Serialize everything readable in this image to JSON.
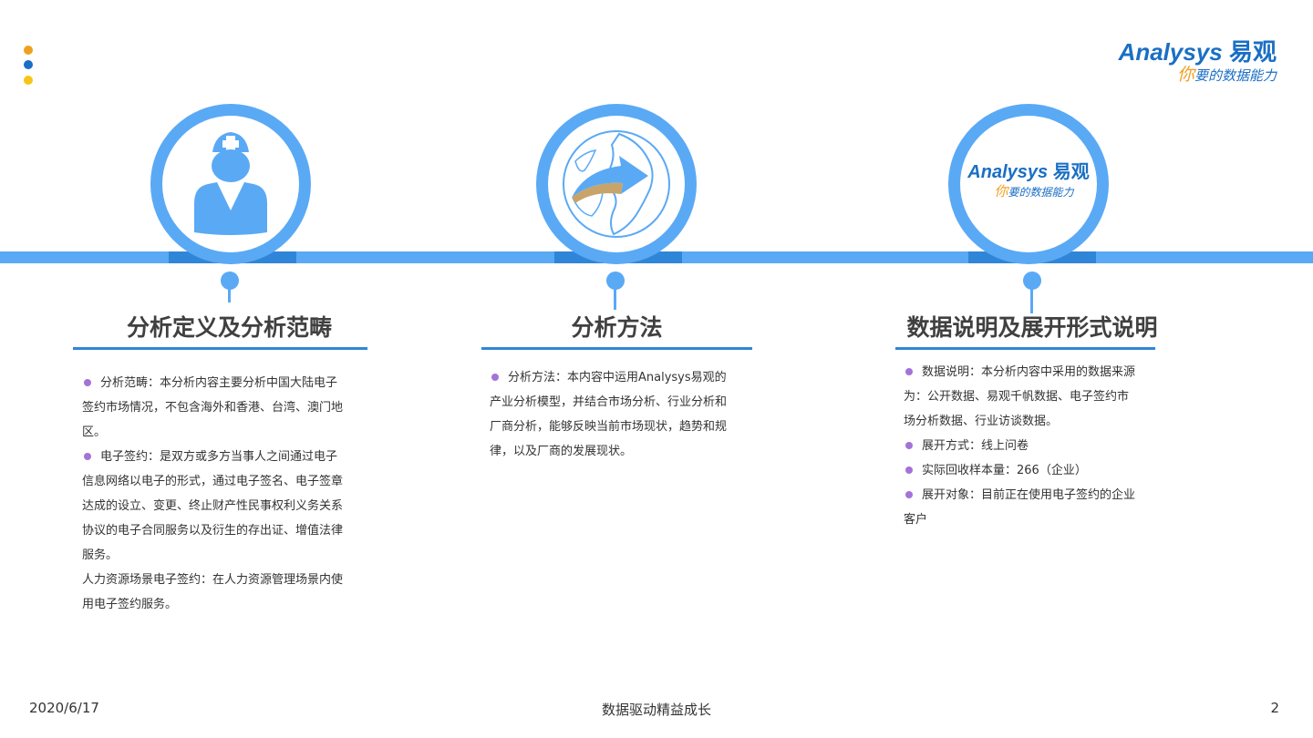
{
  "brand": {
    "name_en": "Analysys",
    "name_cn": "易观",
    "slogan_first": "你",
    "slogan_rest": "要的数据能力",
    "colors": {
      "primary": "#1a6fc4",
      "accent": "#f0a020",
      "timeline": "#5aa9f5",
      "bullet": "#a472d8"
    }
  },
  "corner_dots": {
    "colors": [
      "#f0a020",
      "#1a6fc4",
      "#f5c518"
    ]
  },
  "sections": [
    {
      "icon": "doctor-nurse-icon",
      "title": "分析定义及分析范畴",
      "lines": [
        {
          "bullet": true,
          "text": "分析范畴：本分析内容主要分析中国大陆电子"
        },
        {
          "bullet": false,
          "text": "签约市场情况，不包含海外和香港、台湾、澳门地"
        },
        {
          "bullet": false,
          "text": "区。"
        },
        {
          "bullet": true,
          "text": "电子签约：是双方或多方当事人之间通过电子"
        },
        {
          "bullet": false,
          "text": "信息网络以电子的形式，通过电子签名、电子签章"
        },
        {
          "bullet": false,
          "text": "达成的设立、变更、终止财产性民事权利义务关系"
        },
        {
          "bullet": false,
          "text": "协议的电子合同服务以及衍生的存出证、增值法律"
        },
        {
          "bullet": false,
          "text": "服务。"
        },
        {
          "bullet": false,
          "text": "人力资源场景电子签约：在人力资源管理场景内使"
        },
        {
          "bullet": false,
          "text": "用电子签约服务。"
        }
      ]
    },
    {
      "icon": "globe-arrow-icon",
      "title": "分析方法",
      "lines": [
        {
          "bullet": true,
          "text": "分析方法：本内容中运用Analysys易观的"
        },
        {
          "bullet": false,
          "text": "产业分析模型，并结合市场分析、行业分析和"
        },
        {
          "bullet": false,
          "text": "厂商分析，能够反映当前市场现状，趋势和规"
        },
        {
          "bullet": false,
          "text": "律，以及厂商的发展现状。"
        }
      ]
    },
    {
      "icon": "analysys-logo-icon",
      "title": "数据说明及展开形式说明",
      "lines": [
        {
          "bullet": true,
          "text": "数据说明：本分析内容中采用的数据来源"
        },
        {
          "bullet": false,
          "text": "为：公开数据、易观千帆数据、电子签约市"
        },
        {
          "bullet": false,
          "text": "场分析数据、行业访谈数据。"
        },
        {
          "bullet": true,
          "text": "展开方式：线上问卷"
        },
        {
          "bullet": true,
          "text": "实际回收样本量：266（企业）"
        },
        {
          "bullet": true,
          "text": "展开对象：目前正在使用电子签约的企业"
        },
        {
          "bullet": false,
          "text": "客户"
        }
      ]
    }
  ],
  "footer": {
    "date": "2020/6/17",
    "slogan": "数据驱动精益成长",
    "page_number": "2"
  }
}
